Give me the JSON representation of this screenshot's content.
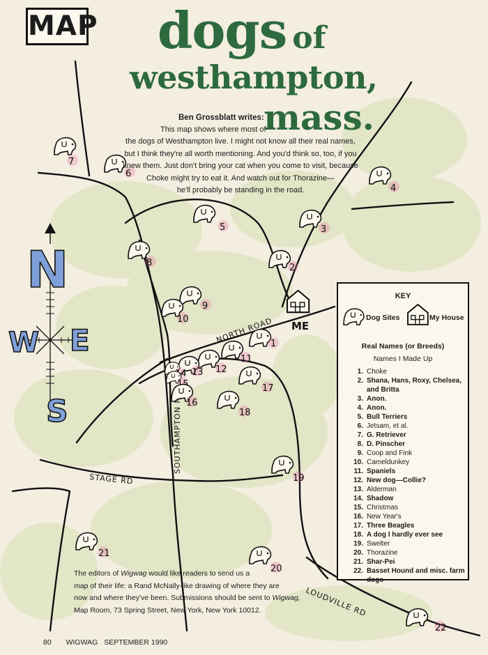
{
  "header": {
    "section_label": "MAP",
    "title_line1": "dogs",
    "title_of": "of",
    "title_line2": "westhampton,",
    "title_line3": "mass."
  },
  "intro": {
    "byline": "Ben Grossblatt writes:",
    "lines": [
      "This map shows where most of",
      "the dogs of Westhampton live. I might not know all their real names,",
      "but I think they're all worth mentioning. And you'd think so, too, if you",
      "knew them. Just don't bring your cat when you come to visit, because",
      "Choke might try to eat it. And watch out for Thorazine—",
      "he'll probably be standing in the road."
    ]
  },
  "map": {
    "roads": [
      "NORTH ROAD",
      "STAGE RD",
      "SOUTHAMPTON RD",
      "LOUDVILLE RD"
    ],
    "home_label": "ME",
    "compass": {
      "n": "N",
      "e": "E",
      "s": "S",
      "w": "W"
    },
    "dog_numbers": [
      "1",
      "2",
      "3",
      "4",
      "5",
      "6",
      "7",
      "8",
      "9",
      "10",
      "11",
      "12",
      "13",
      "14",
      "15",
      "16",
      "17",
      "18",
      "19",
      "20",
      "21",
      "22"
    ],
    "colors": {
      "paper": "#f3eee0",
      "title_green": "#2d6a3e",
      "crayon_green": "#b9d38a",
      "crayon_blue": "#7f9fd8",
      "number_pink": "#e46c9a"
    }
  },
  "key": {
    "title": "KEY",
    "legend_dog": "Dog Sites",
    "legend_house": "My House",
    "subtitle_real": "Real Names (or Breeds)",
    "subtitle_made": "Names I Made Up",
    "items": [
      {
        "num": "1.",
        "name": "Choke",
        "real": false
      },
      {
        "num": "2.",
        "name": "Shana, Hans, Roxy, Chelsea, and Britta",
        "real": true
      },
      {
        "num": "3.",
        "name": "Anon.",
        "real": true
      },
      {
        "num": "4.",
        "name": "Anon.",
        "real": true
      },
      {
        "num": "5.",
        "name": "Bull Terriers",
        "real": true
      },
      {
        "num": "6.",
        "name": "Jetsam, et al.",
        "real": false
      },
      {
        "num": "7.",
        "name": "G. Retriever",
        "real": true
      },
      {
        "num": "8.",
        "name": "D. Pinscher",
        "real": true
      },
      {
        "num": "9.",
        "name": "Coop and Fink",
        "real": false
      },
      {
        "num": "10.",
        "name": "Cameldunkey",
        "real": false
      },
      {
        "num": "11.",
        "name": "Spaniels",
        "real": true
      },
      {
        "num": "12.",
        "name": "New dog—Collie?",
        "real": true
      },
      {
        "num": "13.",
        "name": "Alderman",
        "real": false
      },
      {
        "num": "14.",
        "name": "Shadow",
        "real": true
      },
      {
        "num": "15.",
        "name": "Christmas",
        "real": false
      },
      {
        "num": "16.",
        "name": "New Year's",
        "real": false
      },
      {
        "num": "17.",
        "name": "Three Beagles",
        "real": true
      },
      {
        "num": "18.",
        "name": "A dog I hardly ever see",
        "real": true
      },
      {
        "num": "19.",
        "name": "Swelter",
        "real": false
      },
      {
        "num": "20.",
        "name": "Thorazine",
        "real": false
      },
      {
        "num": "21.",
        "name": "Shar-Pei",
        "real": true
      },
      {
        "num": "22.",
        "name": "Basset Hound and misc. farm dogs",
        "real": true
      }
    ]
  },
  "footer_note": {
    "line1_a": "The editors of ",
    "line1_em": "Wigwag",
    "line1_b": " would like readers to send us a",
    "line2": "map of their life: a Rand McNally-like drawing of where they are",
    "line3_a": "now and where they've been. Submissions should be sent to ",
    "line3_em": "Wigwag,",
    "line4": "Map Room, 73 Spring Street, New York, New York 10012."
  },
  "footer": {
    "page_number": "80",
    "magazine": "WIGWAG",
    "date": "SEPTEMBER 1990"
  }
}
